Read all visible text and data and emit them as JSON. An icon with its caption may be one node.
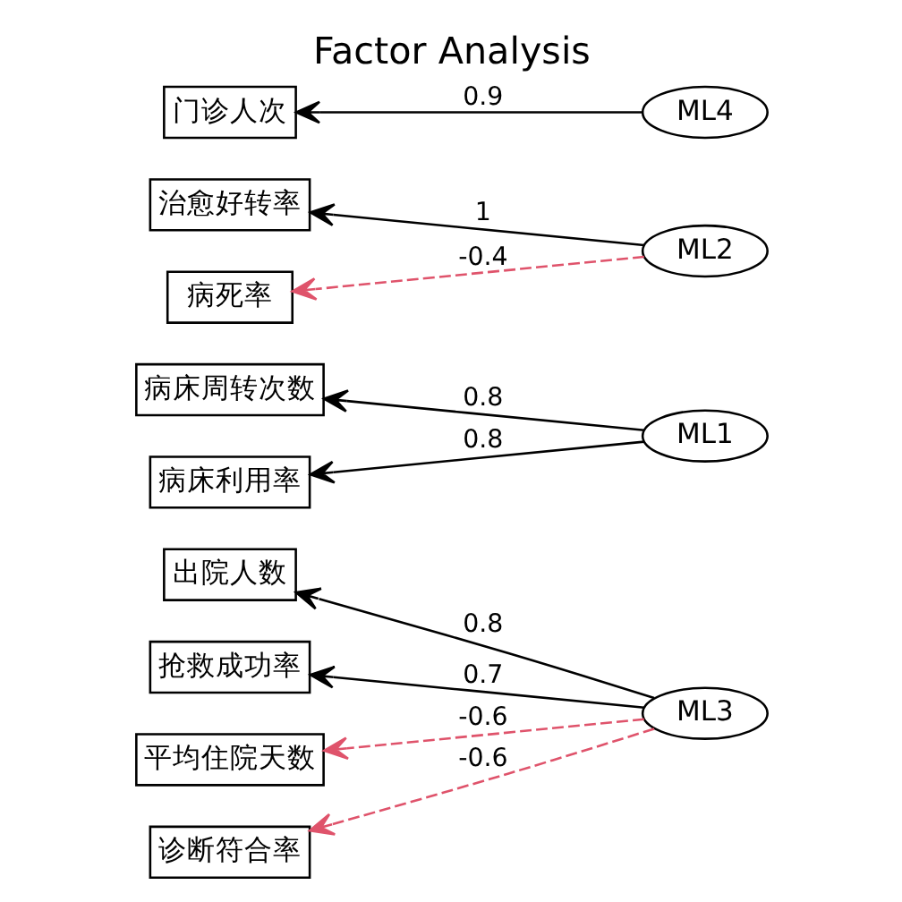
{
  "diagram": {
    "title": "Factor Analysis",
    "nodes": [
      {
        "text": [
          "出院人数"
        ]
      },
      {
        "text": [
          "抢救成功率"
        ]
      },
      {
        "text": [
          "平均住院天数"
        ]
      },
      {
        "text": [
          "诊断符合率"
        ]
      },
      {
        "text": [
          "病床周转次数"
        ]
      },
      {
        "text": [
          "病床利用率"
        ]
      },
      {
        "text": [
          "治愈好转率"
        ]
      },
      {
        "text": [
          "病死率"
        ]
      },
      {
        "text": [
          "门诊人次"
        ]
      },
      {
        "text": [
          "ML3"
        ]
      },
      {
        "text": [
          "ML1"
        ]
      },
      {
        "text": [
          "ML2"
        ]
      },
      {
        "text": [
          "ML4"
        ]
      }
    ],
    "edges": [
      {
        "from": 9,
        "to": 0,
        "arrow": "to",
        "label": "0.8"
      },
      {
        "from": 9,
        "to": 1,
        "arrow": "to",
        "label": "0.7"
      },
      {
        "from": 9,
        "to": 2,
        "arrow": "to",
        "label": "-0.6",
        "style": "dashed",
        "color": "#df536b"
      },
      {
        "from": 9,
        "to": 3,
        "arrow": "to",
        "label": "-0.6",
        "style": "dashed",
        "color": "#df536b"
      },
      {
        "from": 10,
        "to": 4,
        "arrow": "to",
        "label": "0.8"
      },
      {
        "from": 10,
        "to": 5,
        "arrow": "to",
        "label": "0.8"
      },
      {
        "from": 11,
        "to": 6,
        "arrow": "to",
        "label": "1"
      },
      {
        "from": 11,
        "to": 7,
        "arrow": "to",
        "label": "-0.4",
        "style": "dashed",
        "color": "#df536b"
      },
      {
        "from": 12,
        "to": 8,
        "arrow": "to",
        "label": "0.9"
      }
    ]
  }
}
